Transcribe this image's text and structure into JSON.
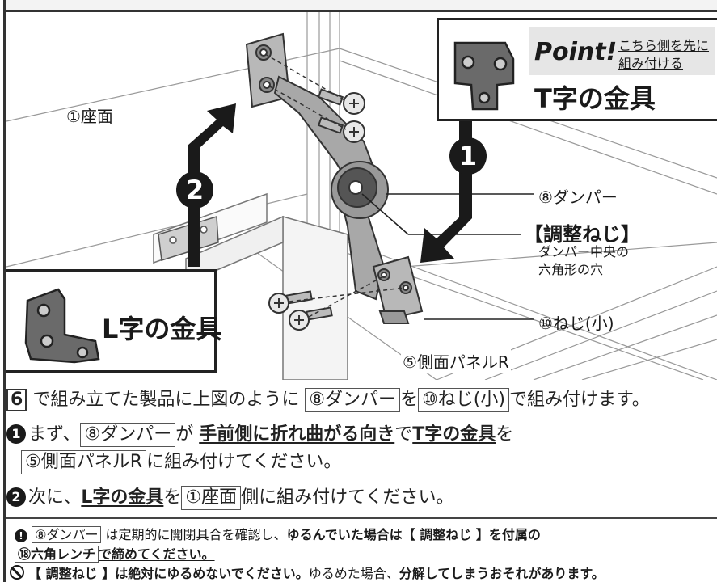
{
  "diagram": {
    "labels": {
      "seat": "①座面",
      "damper": "⑧ダンパー",
      "adjust_screw_title": "【調整ねじ】",
      "adjust_screw_desc_1": "ダンパー中央の",
      "adjust_screw_desc_2": "六角形の穴",
      "screw_small": "⑩ねじ(小)",
      "side_panel": "⑤側面パネルR",
      "step1": "1",
      "step2": "2"
    },
    "t_bracket_callout": {
      "point": "Point!",
      "point_note_1": "こちら側を先に",
      "point_note_2": "組み付ける",
      "title": "T字の金具"
    },
    "l_bracket_callout": {
      "title": "L字の金具"
    }
  },
  "instructions": {
    "line1": {
      "step_ref": "6",
      "t1": "で組み立てた製品に上図のように",
      "part1": "⑧ダンパー",
      "t2": "を",
      "part2": "⑩ねじ(小)",
      "t3": "で組み付けます。"
    },
    "line2": {
      "num": "1",
      "t1": "まず、",
      "part1": "⑧ダンパー",
      "t2": "が",
      "u1": "手前側に折れ曲がる向き",
      "t3": "で",
      "u2": "T字の金具",
      "t4": "を"
    },
    "line3": {
      "part1": "⑤側面パネルR",
      "t1": "に組み付けてください。"
    },
    "line4": {
      "num": "2",
      "t1": "次に、",
      "u1": "L字の金具",
      "t2": "を",
      "part1": "①座面",
      "t3": "側に組み付けてください。"
    }
  },
  "notes": {
    "note1": {
      "part1": "⑧ダンパー",
      "t1": "は定期的に開閉具合を確認し、",
      "b1": "ゆるんでいた場合は【 調整ねじ 】を付属の",
      "part2": "⑱六角レンチ",
      "b2": "で締めてください。"
    },
    "note2": {
      "b1": "【 調整ねじ 】は",
      "bu1": "絶対にゆるめないでください。",
      "t1": "ゆるめた場合、",
      "bu2": "分解してしまうおそれがあります。"
    }
  },
  "colors": {
    "point_bg": "#e6e6e6",
    "arrow": "#1a1a1a",
    "bracket": "#555555"
  }
}
